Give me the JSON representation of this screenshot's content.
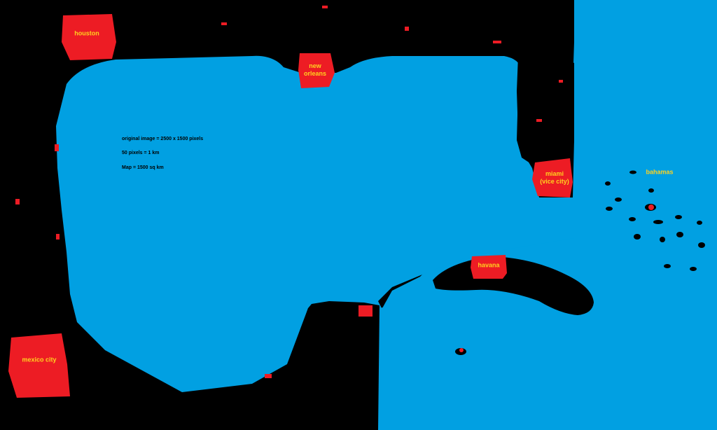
{
  "colors": {
    "land": "#000000",
    "water": "#01a0e2",
    "city": "#ed1c24",
    "label": "#ffd21f",
    "note_text": "#000000"
  },
  "cities": {
    "houston": "houston",
    "new_orleans_line1": "new",
    "new_orleans_line2": "orleans",
    "miami_line1": "miami",
    "miami_line2": "(vice city)",
    "havana": "havana",
    "mexico_city": "mexico city"
  },
  "region_labels": {
    "bahamas": "bahamas"
  },
  "notes": {
    "original_size": "original image = 2500 x 1500 pixels",
    "scale": "50 pixels = 1 km",
    "area": "Map = 1500 sq km"
  }
}
